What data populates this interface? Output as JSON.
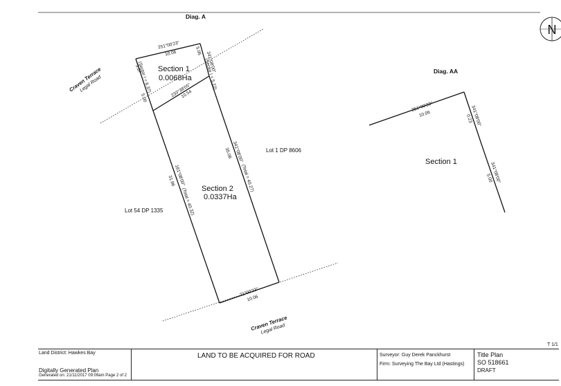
{
  "diagrams": {
    "main_title": "Diag. A",
    "aa_title": "Diag. AA"
  },
  "sections": {
    "s1_name": "Section 1",
    "s1_area": "0.0068Ha",
    "s2_name": "Section 2",
    "s2_area": "0.0337Ha",
    "aa_section": "Section 1"
  },
  "lots": {
    "lot1": "Lot 1 DP 8606",
    "lot54": "Lot 54 DP 1335"
  },
  "roads": {
    "upper_name": "Craven Terrace",
    "upper_sub": "Legal Road",
    "lower_name": "Craven Terrace",
    "lower_sub": "Legal Road"
  },
  "bearings": {
    "top_bearing": "251°00'23\"",
    "top_dist": "10.06",
    "top_right_bearing": "341°08'00\"",
    "top_right_dist": "5.05",
    "top_right_note": "(Sector I = 5.22)",
    "left_upper_dist": "3.37",
    "left_upper_note": "(Sector I = 6.37)",
    "left_mid_dist": "5.00",
    "cut_bearing": "233°38'05\"",
    "cut_dist": "10.54",
    "right_bearing": "341°08'00\"",
    "right_dist": "35.06",
    "right_note": "(Total = 40.27)",
    "left_bearing": "161°08'00\"",
    "left_dist": "31.96",
    "left_note": "(Total = 40.32)",
    "bottom_bearing": "71°00'23\"",
    "bottom_dist": "10.06",
    "aa_top_bearing": "251°00'23\"",
    "aa_top_dist": "10.06",
    "aa_upper_bearing": "341°08'00\"",
    "aa_upper_dist": "0.23",
    "aa_lower_bearing": "341°08'00\"",
    "aa_lower_dist": "5.00"
  },
  "north": {
    "letter": "N"
  },
  "sheet": {
    "ref": "T 1/1"
  },
  "title_block": {
    "land_district": "Land District: Hawkes Bay",
    "generated_title": "Digitally Generated Plan",
    "generated_on": "Generated on: 21/11/2017 09:09am Page 2 of 2",
    "plan_heading": "LAND TO BE ACQUIRED FOR ROAD",
    "surveyor": "Surveyor: Guy Derek Panckhurst",
    "firm": "Firm: Surveying The Bay Ltd (Hastings)",
    "plan_type": "Title Plan",
    "plan_number": "SO 518661",
    "status": "DRAFT"
  }
}
